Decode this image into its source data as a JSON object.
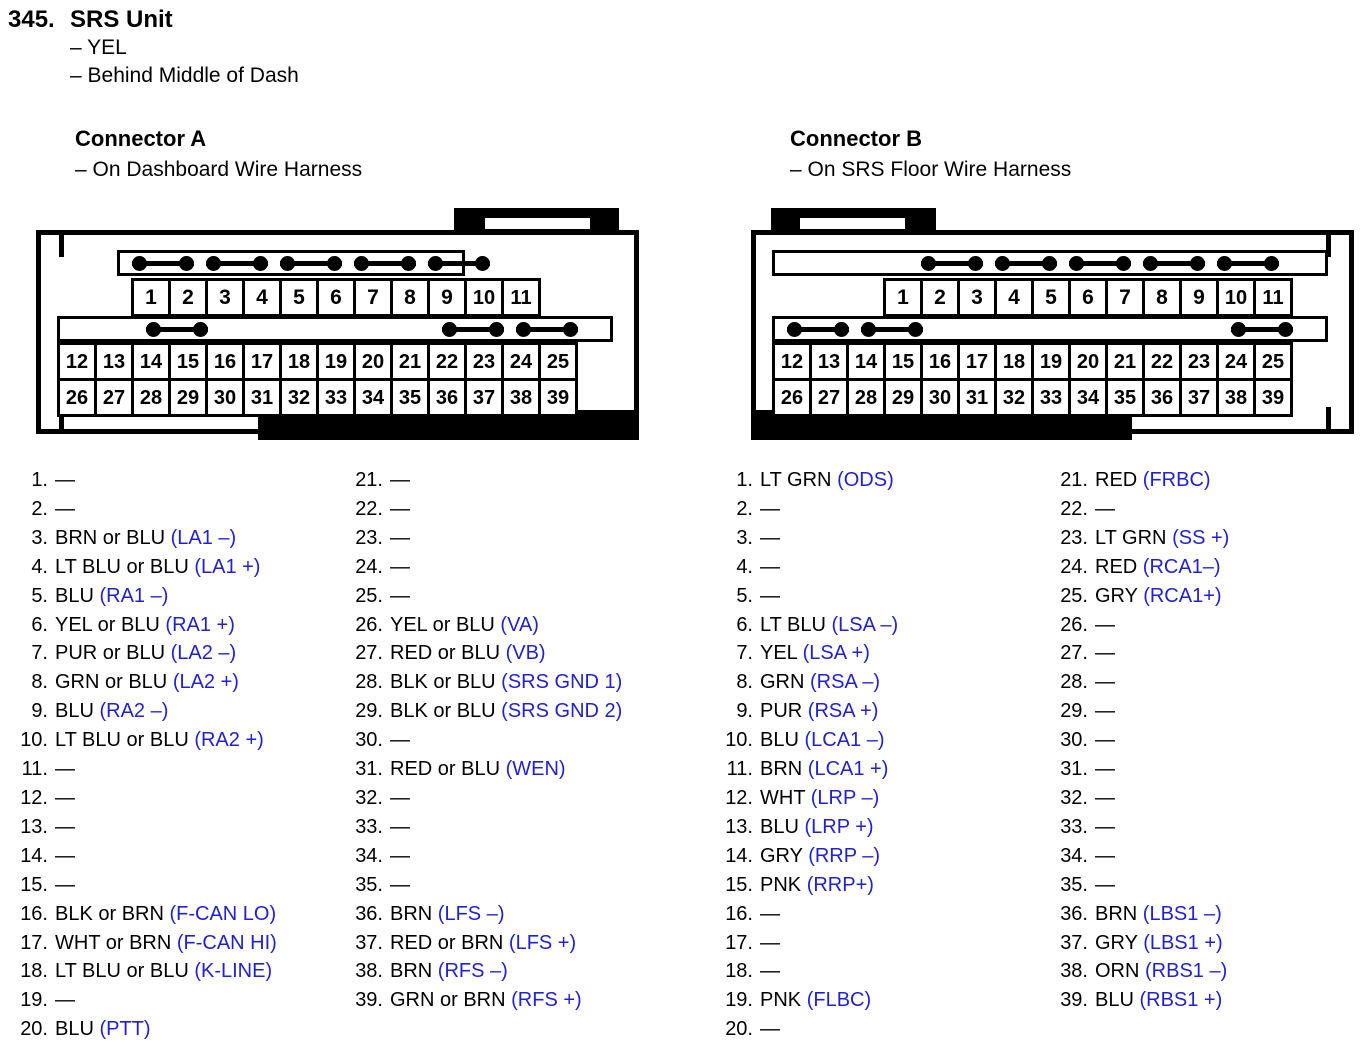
{
  "header": {
    "number": "345.",
    "name": "SRS Unit",
    "lines": [
      "– YEL",
      "– Behind Middle of Dash"
    ]
  },
  "connectors": [
    {
      "title": "Connector A",
      "subtitle": "– On Dashboard Wire Harness",
      "side": "left",
      "top_row": [
        1,
        2,
        3,
        4,
        5,
        6,
        7,
        8,
        9,
        10,
        11
      ],
      "mid_row": [
        12,
        13,
        14,
        15,
        16,
        17,
        18,
        19,
        20,
        21,
        22,
        23,
        24,
        25
      ],
      "bot_row": [
        26,
        27,
        28,
        29,
        30,
        31,
        32,
        33,
        34,
        35,
        36,
        37,
        38,
        39
      ],
      "top_jumpers": [
        [
          1,
          2
        ],
        [
          3,
          4
        ],
        [
          5,
          6
        ],
        [
          7,
          8
        ],
        [
          9,
          10
        ]
      ],
      "mid_jumpers": [
        [
          14,
          15
        ],
        [
          22,
          23
        ],
        [
          24,
          25
        ]
      ],
      "pins": [
        {
          "n": "1.",
          "wire": "—",
          "sig": ""
        },
        {
          "n": "2.",
          "wire": "—",
          "sig": ""
        },
        {
          "n": "3.",
          "wire": "BRN or BLU ",
          "sig": "(LA1 –)"
        },
        {
          "n": "4.",
          "wire": "LT BLU or BLU ",
          "sig": "(LA1 +)"
        },
        {
          "n": "5.",
          "wire": "BLU ",
          "sig": "(RA1 –)"
        },
        {
          "n": "6.",
          "wire": "YEL or BLU ",
          "sig": "(RA1 +)"
        },
        {
          "n": "7.",
          "wire": "PUR or BLU ",
          "sig": "(LA2 –)"
        },
        {
          "n": "8.",
          "wire": "GRN or BLU ",
          "sig": "(LA2 +)"
        },
        {
          "n": "9.",
          "wire": "BLU ",
          "sig": "(RA2 –)"
        },
        {
          "n": "10.",
          "wire": "LT BLU or BLU ",
          "sig": "(RA2 +)"
        },
        {
          "n": "11.",
          "wire": "—",
          "sig": ""
        },
        {
          "n": "12.",
          "wire": "—",
          "sig": ""
        },
        {
          "n": "13.",
          "wire": "—",
          "sig": ""
        },
        {
          "n": "14.",
          "wire": "—",
          "sig": ""
        },
        {
          "n": "15.",
          "wire": "—",
          "sig": ""
        },
        {
          "n": "16.",
          "wire": "BLK or BRN ",
          "sig": "(F-CAN LO)"
        },
        {
          "n": "17.",
          "wire": "WHT or BRN ",
          "sig": "(F-CAN HI)"
        },
        {
          "n": "18.",
          "wire": "LT BLU or BLU ",
          "sig": "(K-LINE)"
        },
        {
          "n": "19.",
          "wire": "—",
          "sig": ""
        },
        {
          "n": "20.",
          "wire": "BLU ",
          "sig": "(PTT)"
        }
      ],
      "pins2": [
        {
          "n": "21.",
          "wire": "—",
          "sig": ""
        },
        {
          "n": "22.",
          "wire": "—",
          "sig": ""
        },
        {
          "n": "23.",
          "wire": "—",
          "sig": ""
        },
        {
          "n": "24.",
          "wire": "—",
          "sig": ""
        },
        {
          "n": "25.",
          "wire": "—",
          "sig": ""
        },
        {
          "n": "26.",
          "wire": "YEL or BLU ",
          "sig": "(VA)"
        },
        {
          "n": "27.",
          "wire": "RED or BLU ",
          "sig": "(VB)"
        },
        {
          "n": "28.",
          "wire": "BLK or BLU ",
          "sig": "(SRS GND 1)"
        },
        {
          "n": "29.",
          "wire": "BLK or BLU ",
          "sig": "(SRS GND 2)"
        },
        {
          "n": "30.",
          "wire": "—",
          "sig": ""
        },
        {
          "n": "31.",
          "wire": "RED or BLU ",
          "sig": "(WEN)"
        },
        {
          "n": "32.",
          "wire": "—",
          "sig": ""
        },
        {
          "n": "33.",
          "wire": "—",
          "sig": ""
        },
        {
          "n": "34.",
          "wire": "—",
          "sig": ""
        },
        {
          "n": "35.",
          "wire": "—",
          "sig": ""
        },
        {
          "n": "36.",
          "wire": "BRN ",
          "sig": "(LFS –)"
        },
        {
          "n": "37.",
          "wire": "RED or BRN ",
          "sig": "(LFS +)"
        },
        {
          "n": "38.",
          "wire": "BRN ",
          "sig": "(RFS –)"
        },
        {
          "n": "39.",
          "wire": "GRN or BRN ",
          "sig": "(RFS +)"
        }
      ]
    },
    {
      "title": "Connector B",
      "subtitle": "– On SRS Floor Wire Harness",
      "side": "right",
      "top_row": [
        1,
        2,
        3,
        4,
        5,
        6,
        7,
        8,
        9,
        10,
        11
      ],
      "mid_row": [
        12,
        13,
        14,
        15,
        16,
        17,
        18,
        19,
        20,
        21,
        22,
        23,
        24,
        25
      ],
      "bot_row": [
        26,
        27,
        28,
        29,
        30,
        31,
        32,
        33,
        34,
        35,
        36,
        37,
        38,
        39
      ],
      "top_jumpers": [
        [
          2,
          3
        ],
        [
          4,
          5
        ],
        [
          6,
          7
        ],
        [
          8,
          9
        ],
        [
          10,
          11
        ]
      ],
      "mid_jumpers": [
        [
          12,
          13
        ],
        [
          14,
          15
        ],
        [
          24,
          25
        ]
      ],
      "pins": [
        {
          "n": "1.",
          "wire": "LT GRN ",
          "sig": "(ODS)"
        },
        {
          "n": "2.",
          "wire": "—",
          "sig": ""
        },
        {
          "n": "3.",
          "wire": "—",
          "sig": ""
        },
        {
          "n": "4.",
          "wire": "—",
          "sig": ""
        },
        {
          "n": "5.",
          "wire": "—",
          "sig": ""
        },
        {
          "n": "6.",
          "wire": "LT BLU ",
          "sig": "(LSA –)"
        },
        {
          "n": "7.",
          "wire": "YEL ",
          "sig": "(LSA +)"
        },
        {
          "n": "8.",
          "wire": "GRN ",
          "sig": "(RSA –)"
        },
        {
          "n": "9.",
          "wire": "PUR ",
          "sig": "(RSA +)"
        },
        {
          "n": "10.",
          "wire": "BLU ",
          "sig": "(LCA1 –)"
        },
        {
          "n": "11.",
          "wire": "BRN ",
          "sig": "(LCA1 +)"
        },
        {
          "n": "12.",
          "wire": "WHT ",
          "sig": "(LRP –)"
        },
        {
          "n": "13.",
          "wire": "BLU ",
          "sig": "(LRP +)"
        },
        {
          "n": "14.",
          "wire": "GRY ",
          "sig": "(RRP –)"
        },
        {
          "n": "15.",
          "wire": "PNK ",
          "sig": "(RRP+)"
        },
        {
          "n": "16.",
          "wire": "—",
          "sig": ""
        },
        {
          "n": "17.",
          "wire": "—",
          "sig": ""
        },
        {
          "n": "18.",
          "wire": "—",
          "sig": ""
        },
        {
          "n": "19.",
          "wire": "PNK ",
          "sig": "(FLBC)"
        },
        {
          "n": "20.",
          "wire": "—",
          "sig": ""
        }
      ],
      "pins2": [
        {
          "n": "21.",
          "wire": "RED ",
          "sig": "(FRBC)"
        },
        {
          "n": "22.",
          "wire": "—",
          "sig": ""
        },
        {
          "n": "23.",
          "wire": "LT GRN ",
          "sig": "(SS +)"
        },
        {
          "n": "24.",
          "wire": "RED ",
          "sig": "(RCA1–)"
        },
        {
          "n": "25.",
          "wire": "GRY ",
          "sig": "(RCA1+)"
        },
        {
          "n": "26.",
          "wire": "—",
          "sig": ""
        },
        {
          "n": "27.",
          "wire": "—",
          "sig": ""
        },
        {
          "n": "28.",
          "wire": "—",
          "sig": ""
        },
        {
          "n": "29.",
          "wire": "—",
          "sig": ""
        },
        {
          "n": "30.",
          "wire": "—",
          "sig": ""
        },
        {
          "n": "31.",
          "wire": "—",
          "sig": ""
        },
        {
          "n": "32.",
          "wire": "—",
          "sig": ""
        },
        {
          "n": "33.",
          "wire": "—",
          "sig": ""
        },
        {
          "n": "34.",
          "wire": "—",
          "sig": ""
        },
        {
          "n": "35.",
          "wire": "—",
          "sig": ""
        },
        {
          "n": "36.",
          "wire": "BRN ",
          "sig": "(LBS1 –)"
        },
        {
          "n": "37.",
          "wire": "GRY ",
          "sig": "(LBS1 +)"
        },
        {
          "n": "38.",
          "wire": "ORN ",
          "sig": "(RBS1 –)"
        },
        {
          "n": "39.",
          "wire": "BLU ",
          "sig": "(RBS1 +)"
        }
      ]
    }
  ],
  "colors": {
    "signal": "#2222cc",
    "ink": "#000000",
    "paper": "#ffffff"
  }
}
